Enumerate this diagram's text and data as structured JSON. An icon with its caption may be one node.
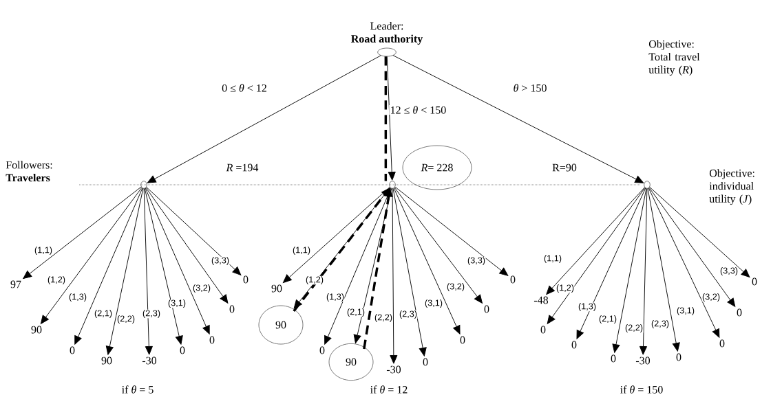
{
  "diagram": {
    "nodes": [
      {
        "text": [
          "Leader:",
          "Road authority"
        ]
      },
      {
        "text": [],
        "shape": "circle"
      },
      {
        "text": [],
        "shape": "circle"
      },
      {
        "text": [],
        "shape": "circle"
      },
      {
        "text": [
          "*R*= 228"
        ]
      },
      {
        "text": [
          "97"
        ]
      },
      {
        "text": [
          "90"
        ]
      },
      {
        "text": [
          "0"
        ]
      },
      {
        "text": [
          "90"
        ]
      },
      {
        "text": [
          "-30"
        ]
      },
      {
        "text": [
          "0"
        ]
      },
      {
        "text": [
          "0"
        ]
      },
      {
        "text": [
          "0"
        ]
      },
      {
        "text": [
          "0"
        ]
      },
      {
        "text": [
          "90"
        ]
      },
      {
        "text": [
          "90"
        ]
      },
      {
        "text": [
          "0"
        ]
      },
      {
        "text": [
          "90"
        ]
      },
      {
        "text": [
          "-30"
        ]
      },
      {
        "text": [
          "0"
        ]
      },
      {
        "text": [
          "0"
        ]
      },
      {
        "text": [
          "0"
        ]
      },
      {
        "text": [
          "0"
        ]
      },
      {
        "text": [
          "-48"
        ]
      },
      {
        "text": [
          "0"
        ]
      },
      {
        "text": [
          "0"
        ]
      },
      {
        "text": [
          "0"
        ]
      },
      {
        "text": [
          "-30"
        ]
      },
      {
        "text": [
          "0"
        ]
      },
      {
        "text": [
          "0"
        ]
      },
      {
        "text": [
          "0"
        ]
      },
      {
        "text": [
          "0"
        ]
      }
    ],
    "edges": [
      {
        "from": 0,
        "to": 1,
        "arrow": "to",
        "label": "0 ≤ *θ* < 12"
      },
      {
        "from": 0,
        "to": 2,
        "arrow": "to",
        "label": "12 ≤ *θ* < 150"
      },
      {
        "from": 0,
        "to": 3,
        "arrow": "to",
        "label": "*θ* > 150"
      },
      {
        "from": 0,
        "to": 2,
        "arrow": "none",
        "style": "dashed"
      },
      {
        "from": 1,
        "to": 5,
        "arrow": "to",
        "label": "(1,1)"
      },
      {
        "from": 1,
        "to": 6,
        "arrow": "to",
        "label": "(1,2)"
      },
      {
        "from": 1,
        "to": 7,
        "arrow": "to",
        "label": "(1,3)"
      },
      {
        "from": 1,
        "to": 8,
        "arrow": "to",
        "label": "(2,1)"
      },
      {
        "from": 1,
        "to": 9,
        "arrow": "to",
        "label": "(2,2)"
      },
      {
        "from": 1,
        "to": 10,
        "arrow": "to",
        "label": "(2,3)"
      },
      {
        "from": 1,
        "to": 11,
        "arrow": "to",
        "label": "(3,1)"
      },
      {
        "from": 1,
        "to": 12,
        "arrow": "to",
        "label": "(3,2)"
      },
      {
        "from": 1,
        "to": 13,
        "arrow": "to",
        "label": "(3,3)"
      },
      {
        "from": 2,
        "to": 14,
        "arrow": "to",
        "label": "(1,1)"
      },
      {
        "from": 2,
        "to": 15,
        "arrow": "to",
        "label": "(1,2)"
      },
      {
        "from": 2,
        "to": 16,
        "arrow": "to",
        "label": "(1,3)"
      },
      {
        "from": 2,
        "to": 17,
        "arrow": "to",
        "label": "(2,1)"
      },
      {
        "from": 2,
        "to": 18,
        "arrow": "to",
        "label": "(2,2)"
      },
      {
        "from": 2,
        "to": 19,
        "arrow": "to",
        "label": "(2,3)"
      },
      {
        "from": 2,
        "to": 20,
        "arrow": "to",
        "label": "(3,1)"
      },
      {
        "from": 2,
        "to": 21,
        "arrow": "to",
        "label": "(3,2)"
      },
      {
        "from": 2,
        "to": 22,
        "arrow": "to",
        "label": "(3,3)"
      },
      {
        "from": 3,
        "to": 23,
        "arrow": "to",
        "label": "(1,1)"
      },
      {
        "from": 3,
        "to": 24,
        "arrow": "to",
        "label": "(1,2)"
      },
      {
        "from": 3,
        "to": 25,
        "arrow": "to",
        "label": "(1,3)"
      },
      {
        "from": 3,
        "to": 26,
        "arrow": "to",
        "label": "(2,1)"
      },
      {
        "from": 3,
        "to": 27,
        "arrow": "to",
        "label": "(2,2)"
      },
      {
        "from": 3,
        "to": 28,
        "arrow": "to",
        "label": "(2,3)"
      },
      {
        "from": 3,
        "to": 29,
        "arrow": "to",
        "label": "(3,1)"
      },
      {
        "from": 3,
        "to": 30,
        "arrow": "to",
        "label": "(3,2)"
      },
      {
        "from": 3,
        "to": 31,
        "arrow": "to",
        "label": "(3,3)"
      },
      {
        "from": 15,
        "to": 2,
        "arrow": "to",
        "style": "dashed"
      },
      {
        "from": 17,
        "to": 2,
        "arrow": "to",
        "style": "dashed"
      }
    ],
    "labels": [
      "Objective: Total travel utility (*R*)",
      "Followers: **Travelers**",
      "*R* =194",
      "R=90",
      "Objective: individual utility (*J*)",
      "if *θ* = 5",
      "if *θ* = 12",
      "if *θ* = 150"
    ]
  }
}
